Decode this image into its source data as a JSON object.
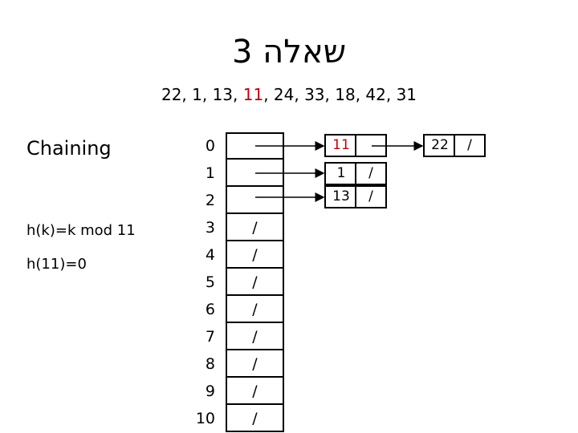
{
  "title": "שאלה 3",
  "sequence": {
    "before": "22, 1, 13,",
    "highlight": "11",
    "after": ", 24, 33, 18, 42, 31"
  },
  "left_labels": {
    "method": "Chaining",
    "hash_function": "h(k)=k mod 11",
    "hash_of_11": "h(11)=0"
  },
  "table": {
    "indices": [
      "0",
      "1",
      "2",
      "3",
      "4",
      "5",
      "6",
      "7",
      "8",
      "9",
      "10"
    ],
    "slots": [
      "",
      "",
      "",
      "/",
      "/",
      "/",
      "/",
      "/",
      "/",
      "/",
      "/"
    ]
  },
  "chains": {
    "slot0_node1": {
      "key": "11",
      "next": ""
    },
    "slot0_node2": {
      "key": "22",
      "next": "/"
    },
    "slot1_node1": {
      "key": "1",
      "next": "/"
    },
    "slot2_node1": {
      "key": "13",
      "next": "/"
    }
  },
  "colors": {
    "highlight": "#c0000c",
    "text": "#000000",
    "background": "#ffffff"
  }
}
